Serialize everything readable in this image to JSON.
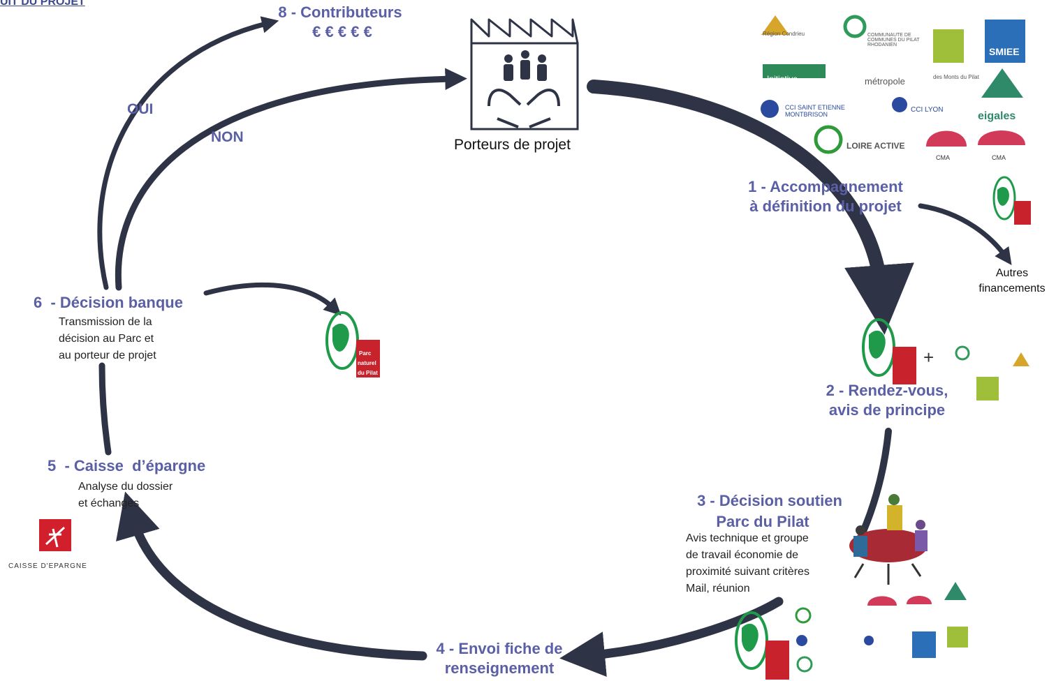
{
  "header": {
    "title": "UIT DU PROJET"
  },
  "steps": {
    "s1": {
      "title_l1": "1 - Accompagnement",
      "title_l2": "à définition du projet"
    },
    "s2": {
      "title_l1": "2 - Rendez-vous,",
      "title_l2": "avis de principe"
    },
    "s3": {
      "title_l1": "3 - Décision soutien",
      "title_l2": "Parc du Pilat",
      "desc": [
        "Avis technique et groupe",
        "de travail économie de",
        "proximité suivant critères",
        "Mail, réunion"
      ]
    },
    "s4": {
      "title_l1": "4 - Envoi fiche de",
      "title_l2": "renseignement"
    },
    "s5": {
      "title": "5  - Caisse  d’épargne",
      "desc": [
        "Analyse du dossier",
        "et échanges"
      ]
    },
    "s6": {
      "title": "6  - Décision banque",
      "desc": [
        "Transmission de la",
        "décision au Parc et",
        "au porteur de projet"
      ]
    },
    "s8": {
      "title": "8 - Contributeurs",
      "euros": "€ € € € €"
    }
  },
  "center_label": "Porteurs de projet",
  "branches": {
    "oui": "OUI",
    "non": "NON"
  },
  "side_note": [
    "Autres",
    "financements"
  ],
  "plus": "+",
  "logos": {
    "caisse_epargne": "CAISSE D'EPARGNE",
    "parc_pilat": [
      "Parc",
      "naturel",
      "du Pilat"
    ],
    "items": {
      "condrieu": "Région Condrieu",
      "pilat_rhodanien": "COMMUNAUTE DE COMMUNES DU PILAT RHODANIEN",
      "monts_pilat": "des Monts du Pilat",
      "smiee": "SMIEE",
      "initiative": "Initiative",
      "metropole": "métropole",
      "cci_st_etienne": "CCI SAINT ETIENNE MONTBRISON",
      "cci_lyon": "CCI LYON",
      "eigales": "eigales",
      "loire_active": "LOIRE ACTIVE",
      "cma": "CMA"
    }
  },
  "colors": {
    "accent": "#5a5fa6",
    "arrow": "#2f3346",
    "pilat_green": "#1f9a4a",
    "pilat_red": "#c8232c",
    "caisse_red": "#d11f2c"
  }
}
